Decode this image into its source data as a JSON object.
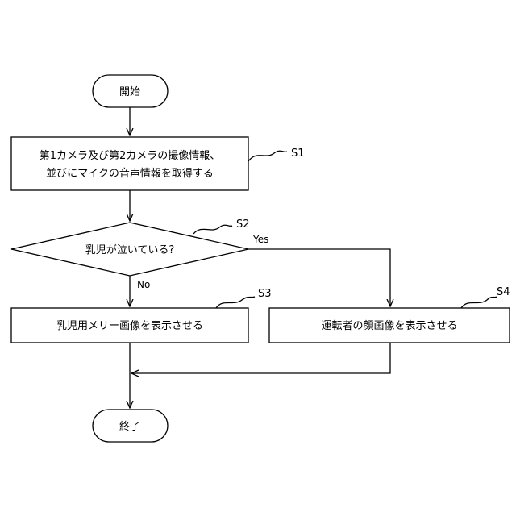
{
  "start": {
    "label": "開始"
  },
  "s1": {
    "line1": "第1カメラ及び第2カメラの撮像情報、",
    "line2": "並びにマイクの音声情報を取得する",
    "step": "S1"
  },
  "s2": {
    "label": "乳児が泣いている?",
    "step": "S2",
    "yes": "Yes",
    "no": "No"
  },
  "s3": {
    "label": "乳児用メリー画像を表示させる",
    "step": "S3"
  },
  "s4": {
    "label": "運転者の顔画像を表示させる",
    "step": "S4"
  },
  "end": {
    "label": "終了"
  }
}
